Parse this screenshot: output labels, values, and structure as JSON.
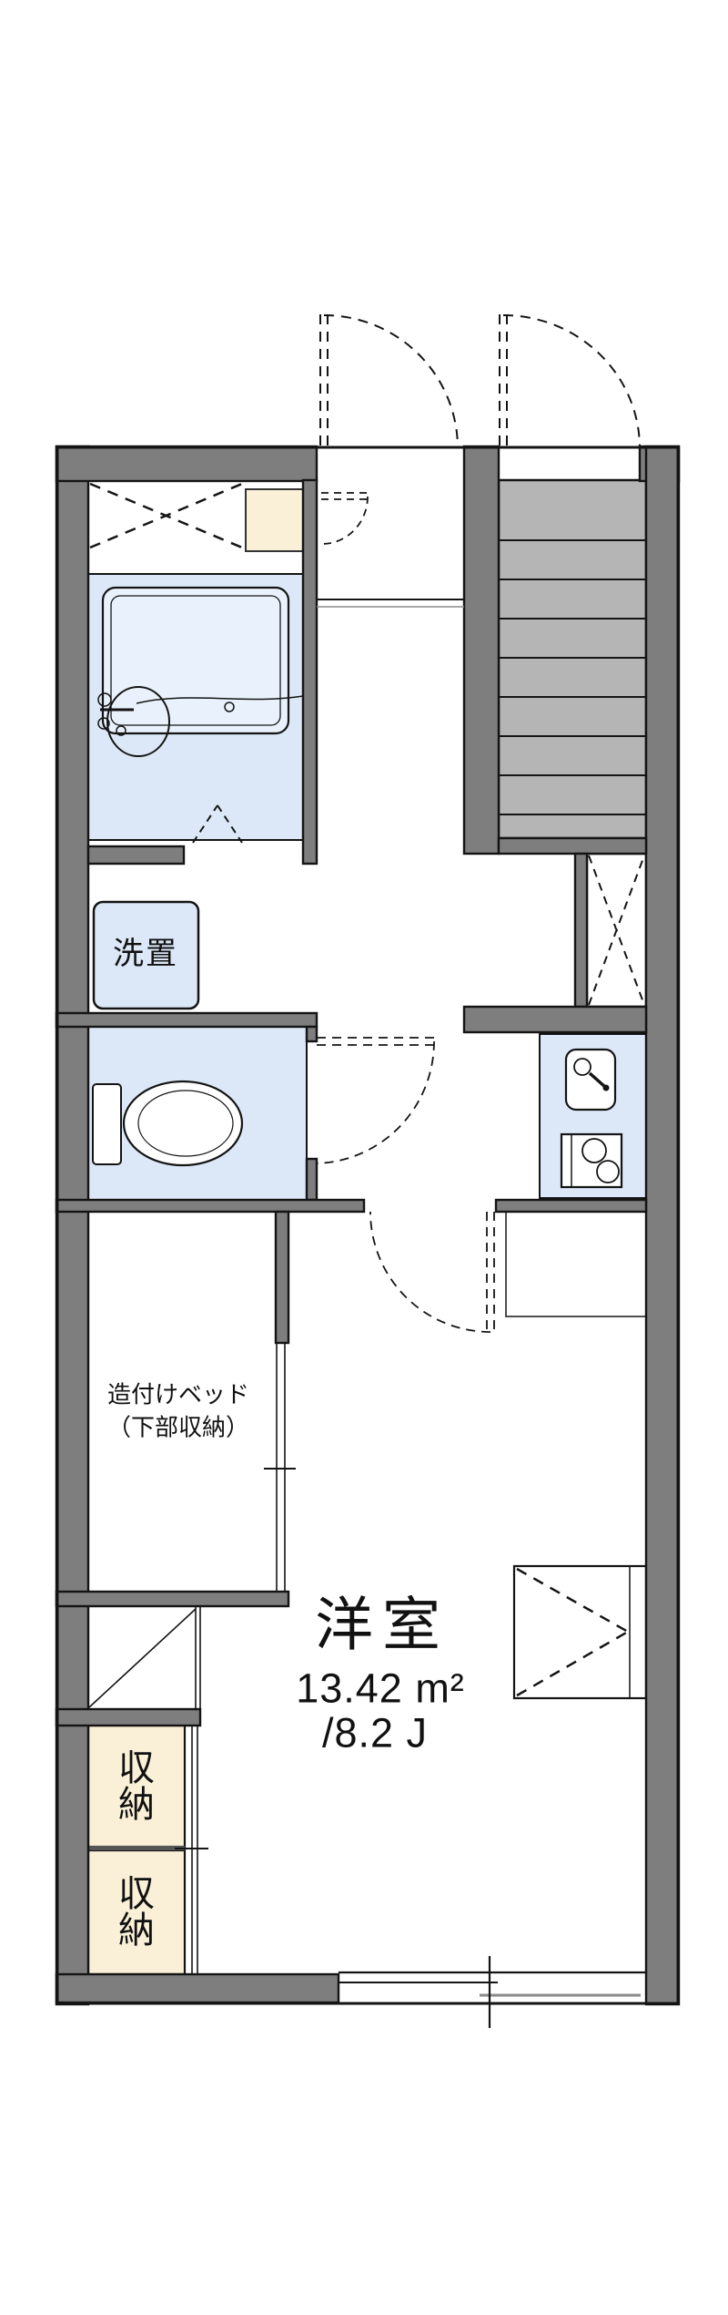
{
  "floorplan": {
    "title": "apartment-floor-plan",
    "labels": {
      "washer_place": "洗置",
      "bed_line1": "造付けベッド",
      "bed_line2": "（下部収納）",
      "main_room": "洋室",
      "main_room_area_sqm": "13.42 m²",
      "main_room_area_jo": "/8.2 J",
      "storage_upper": "収\n納",
      "storage_lower": "収\n納"
    },
    "colors": {
      "wall": "#7E7E7E",
      "room_fill": "#DCE8F7",
      "tub_fill": "#E9F2FC",
      "closet_fill": "#FAF0D8",
      "stair_fill": "#B5B5B5",
      "line": "#141414",
      "soft_line": "#8A8A8A",
      "background": "#FFFFFF"
    }
  }
}
